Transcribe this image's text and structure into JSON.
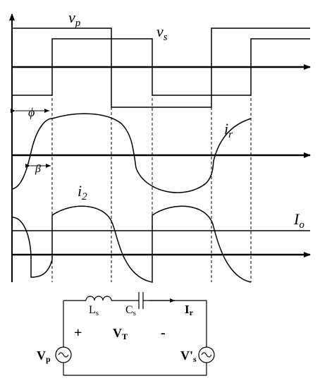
{
  "colors": {
    "line": "#000000",
    "background": "#ffffff"
  },
  "waveforms": {
    "vp_label": "v",
    "vp_sub": "p",
    "vs_label": "v",
    "vs_sub": "s",
    "phi_label": "ϕ",
    "beta_label": "β",
    "ir_label": "i",
    "ir_sub": "r",
    "i2_label": "i",
    "i2_sub": "2",
    "io_label": "I",
    "io_sub": "o"
  },
  "circuit": {
    "ls_label": "L",
    "ls_sub": "s",
    "cs_label": "C",
    "cs_sub": "s",
    "ir_label": "I",
    "ir_sub": "r",
    "plus": "+",
    "vt_label": "V",
    "vt_sub": "T",
    "minus": "-",
    "vp_label": "V",
    "vp_sub": "p",
    "vs_label": "V's",
    "vs_sub": "s"
  }
}
